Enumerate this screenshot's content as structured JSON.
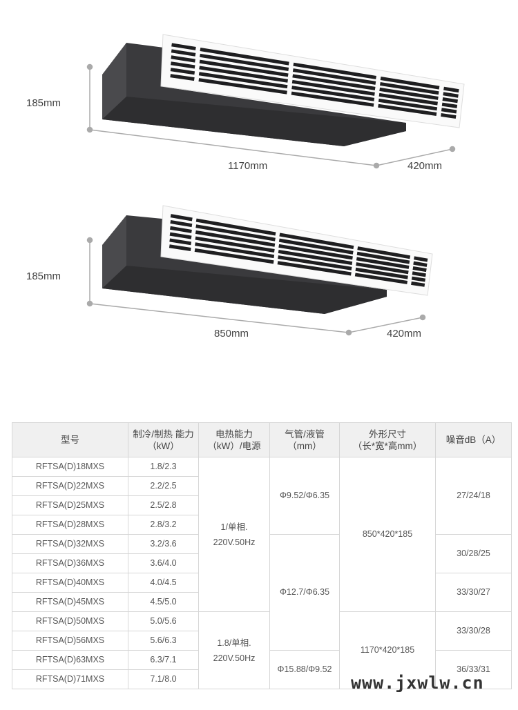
{
  "units": [
    {
      "height_label": "185mm",
      "length_label": "1170mm",
      "depth_label": "420mm"
    },
    {
      "height_label": "185mm",
      "length_label": "850mm",
      "depth_label": "420mm"
    }
  ],
  "table": {
    "headers": [
      [
        "型号"
      ],
      [
        "制冷/制热 能力",
        "（kW）"
      ],
      [
        "电热能力",
        "（kW）/电源"
      ],
      [
        "气管/液管",
        "（mm）"
      ],
      [
        "外形尺寸",
        "（长*宽*高mm）"
      ],
      [
        "噪音dB（A）"
      ]
    ],
    "models": [
      "RFTSA(D)18MXS",
      "RFTSA(D)22MXS",
      "RFTSA(D)25MXS",
      "RFTSA(D)28MXS",
      "RFTSA(D)32MXS",
      "RFTSA(D)36MXS",
      "RFTSA(D)40MXS",
      "RFTSA(D)45MXS",
      "RFTSA(D)50MXS",
      "RFTSA(D)56MXS",
      "RFTSA(D)63MXS",
      "RFTSA(D)71MXS"
    ],
    "capacity": [
      "1.8/2.3",
      "2.2/2.5",
      "2.5/2.8",
      "2.8/3.2",
      "3.2/3.6",
      "3.6/4.0",
      "4.0/4.5",
      "4.5/5.0",
      "5.0/5.6",
      "5.6/6.3",
      "6.3/7.1",
      "7.1/8.0"
    ],
    "heater": [
      {
        "lines": [
          "1/单相.",
          "220V.50Hz"
        ],
        "rows": 8
      },
      {
        "lines": [
          "1.8/单相.",
          "220V.50Hz"
        ],
        "rows": 4
      }
    ],
    "pipes": [
      {
        "text": "Φ9.52/Φ6.35",
        "rows": 4
      },
      {
        "text": "Φ12.7/Φ6.35",
        "rows": 6
      },
      {
        "text": "Φ15.88/Φ9.52",
        "rows": 2
      }
    ],
    "dimensions": [
      {
        "text": "850*420*185",
        "rows": 8
      },
      {
        "text": "1170*420*185",
        "rows": 4
      }
    ],
    "noise": [
      {
        "text": "27/24/18",
        "rows": 4
      },
      {
        "text": "30/28/25",
        "rows": 2
      },
      {
        "text": "33/30/27",
        "rows": 2
      },
      {
        "text": "33/30/28",
        "rows": 2
      },
      {
        "text": "36/33/31",
        "rows": 2
      }
    ]
  },
  "watermark": "www.jxwlw.cn"
}
